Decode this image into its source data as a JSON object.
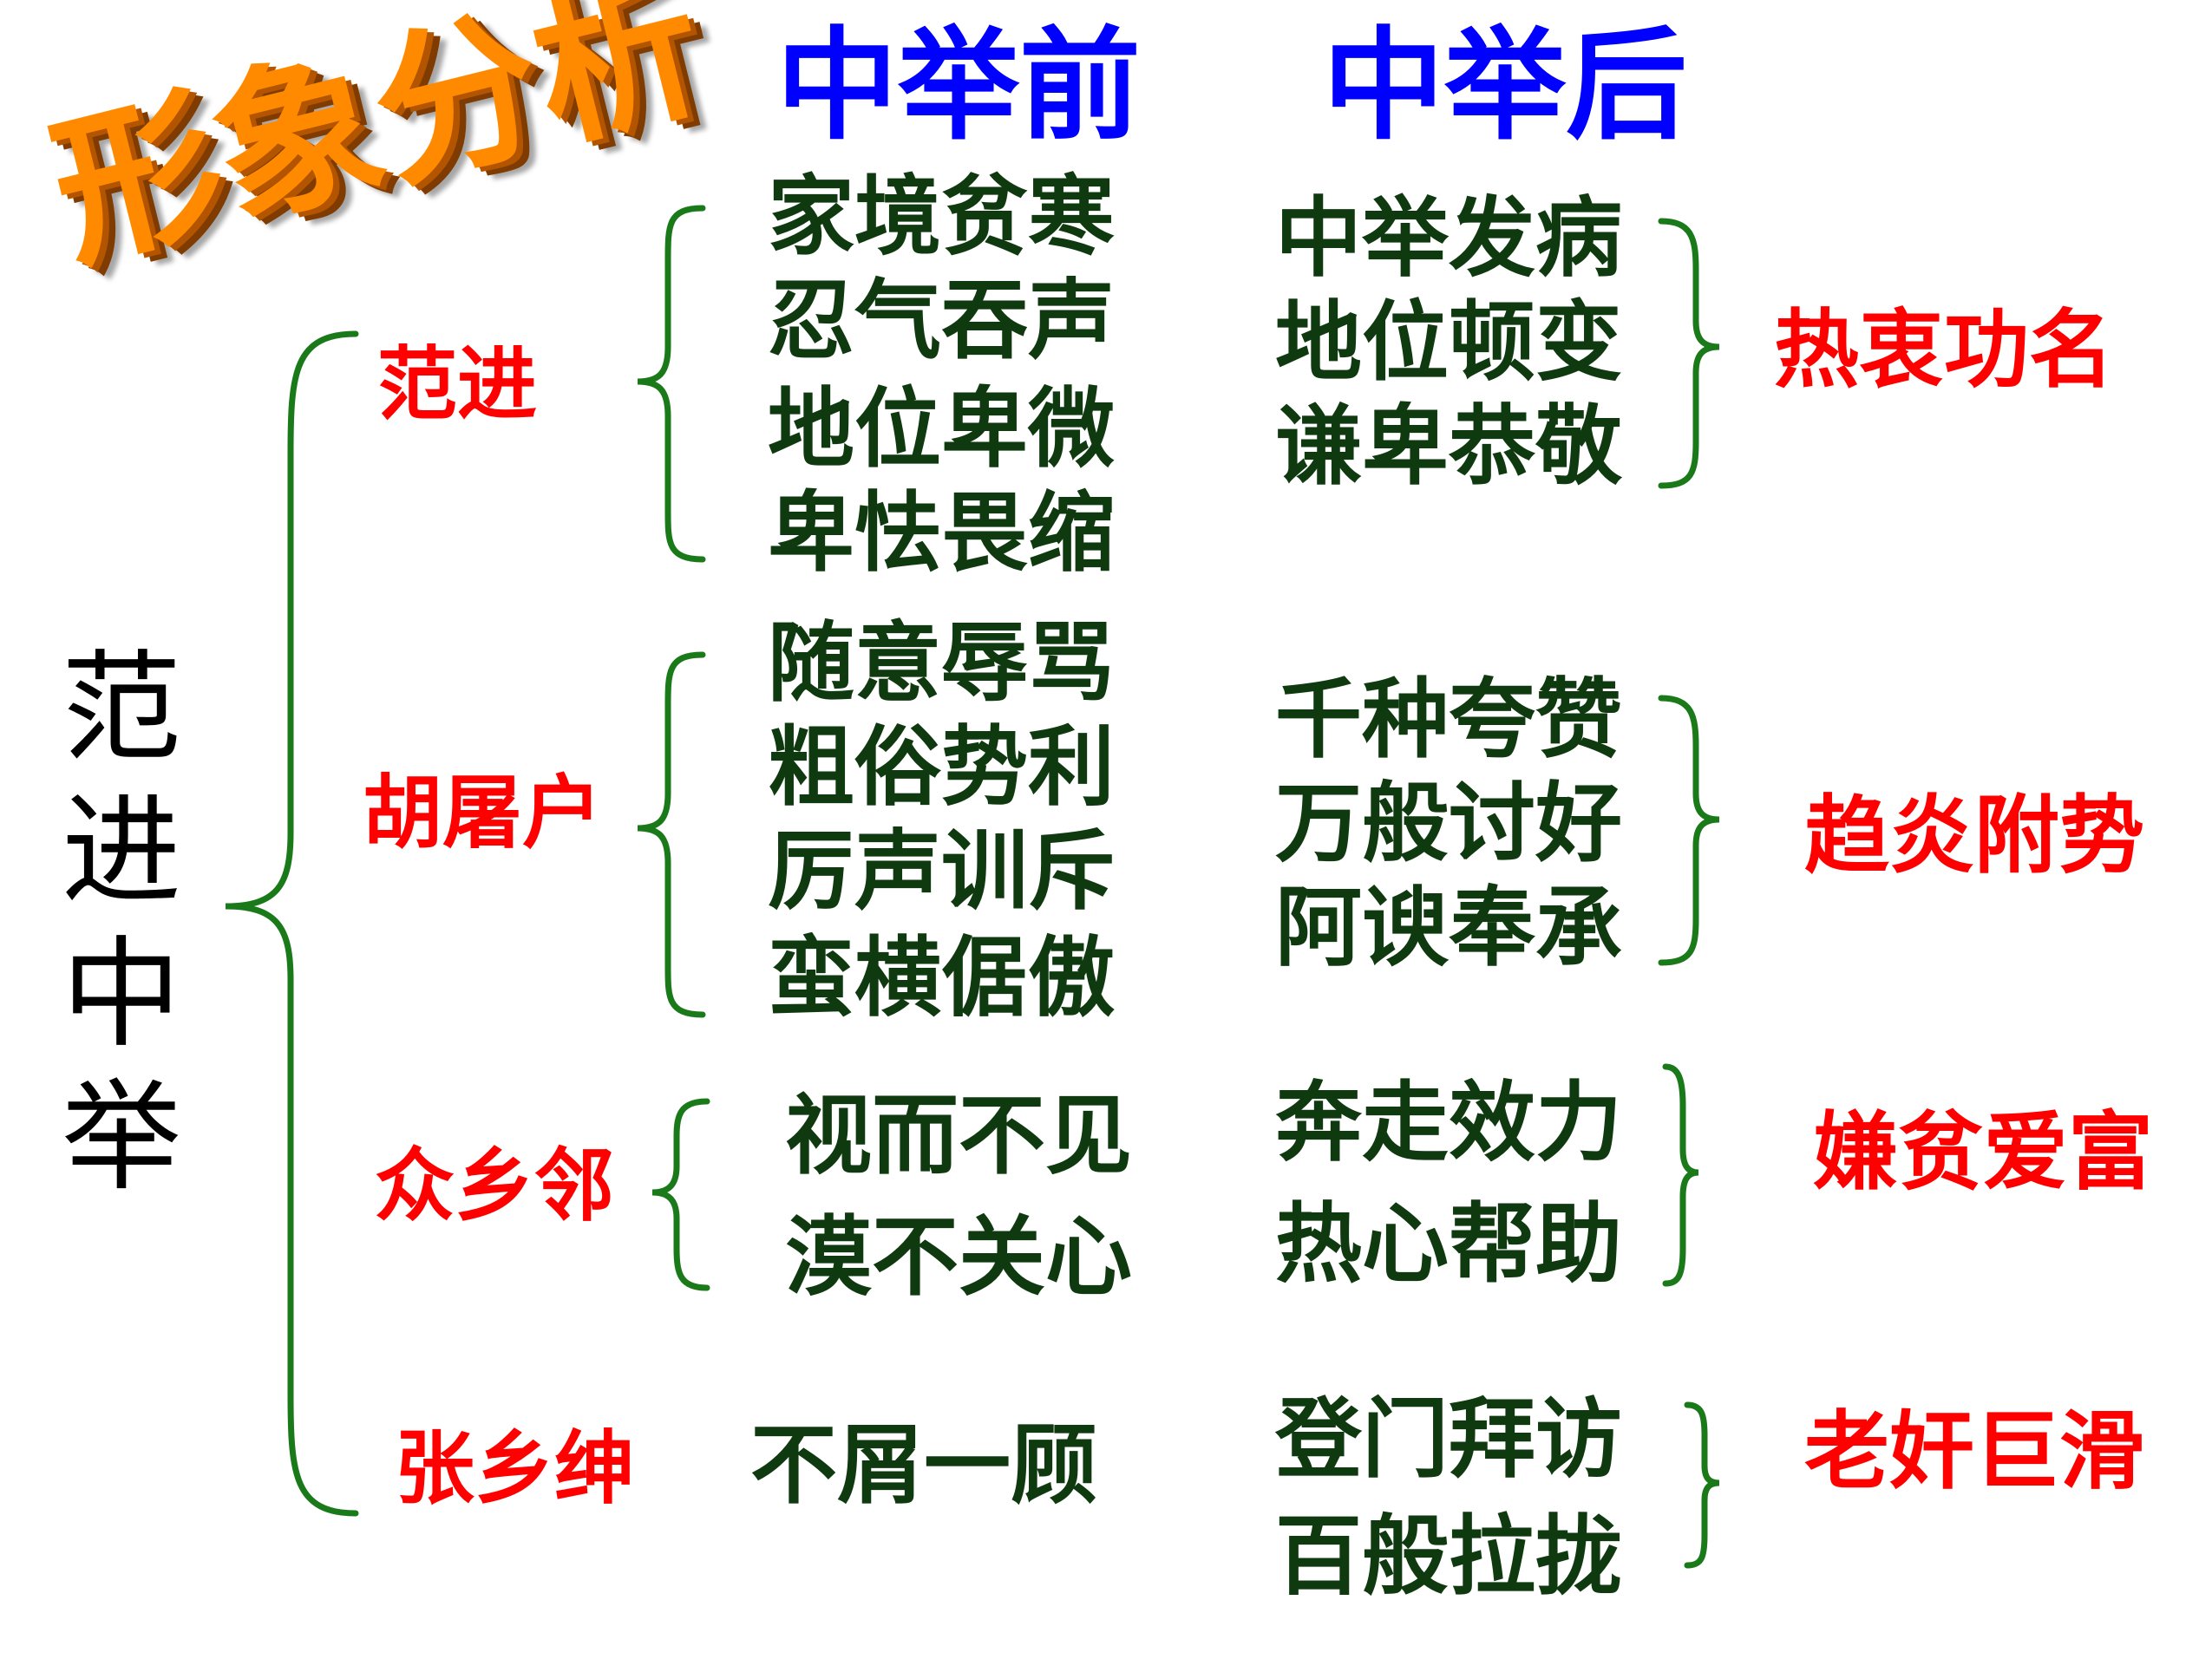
{
  "title": "形象分析",
  "root": [
    "范",
    "进",
    "中",
    "举"
  ],
  "headers": {
    "before": "中举前",
    "after": "中举后"
  },
  "groups": [
    {
      "name": "范进",
      "before": [
        "家境贫寒",
        "忍气吞声",
        "地位卑微",
        "卑怯畏缩"
      ],
      "after": [
        "中举发病",
        "地位顿变",
        "谦卑恭敬"
      ],
      "summary": "热衷功名"
    },
    {
      "name": "胡屠户",
      "before": [
        "随意辱骂",
        "粗俗势利",
        "厉声训斥",
        "蛮横倨傲"
      ],
      "after": [
        "千种夸赞",
        "万般讨好",
        "阿谀奉承"
      ],
      "summary": "趋炎附势"
    },
    {
      "name": "众乡邻",
      "before": [
        "视而不见",
        "漠不关心"
      ],
      "after": [
        "奔走效力",
        "热心帮助"
      ],
      "summary": "嫌贫爱富"
    },
    {
      "name": "张乡绅",
      "before": [
        "不屑一顾"
      ],
      "after": [
        "登门拜访",
        "百般拉拢"
      ],
      "summary": "老奸巨滑"
    }
  ],
  "colors": {
    "header": "#0000ff",
    "group": "#ff0000",
    "item": "#0f3a0f",
    "summary": "#ff0000",
    "bracket": "#1a7a1a",
    "root": "#000000",
    "title": "#ff8a00"
  }
}
